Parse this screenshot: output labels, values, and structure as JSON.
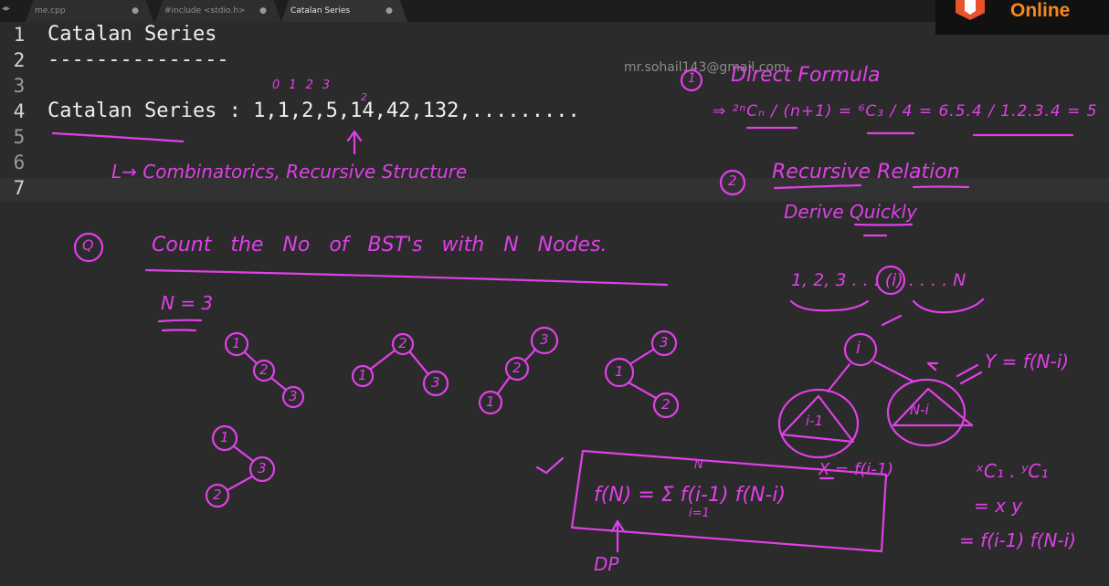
{
  "tabs": [
    {
      "label": "me.cpp",
      "active": false
    },
    {
      "label": "#include <stdio.h>",
      "active": false
    },
    {
      "label": "Catalan Series",
      "active": true
    }
  ],
  "watermark": "mr.sohail143@gmail.com",
  "badge": {
    "text": "Online",
    "color": "#f6881f"
  },
  "editor": {
    "lines": [
      {
        "num": "1",
        "text": "Catalan Series"
      },
      {
        "num": "2",
        "text": "---------------"
      },
      {
        "num": "3",
        "text": ""
      },
      {
        "num": "4",
        "text": "Catalan Series : 1,1,2,5,14,42,132,........."
      },
      {
        "num": "5",
        "text": ""
      },
      {
        "num": "6",
        "text": ""
      },
      {
        "num": "7",
        "text": ""
      }
    ]
  },
  "annotations": {
    "index_labels": [
      "0",
      "1",
      "2",
      "3"
    ],
    "index_extra": "2",
    "subtitle": "L→ Combinatorics,  Recursive Structure",
    "question_mark": "Q",
    "question": "Count the  No of BST's  with  N Nodes.",
    "n_equals": "N = 3",
    "formula1_num": "1",
    "formula1_title": "Direct Formula",
    "formula1_expr": "⇒ ²ⁿCₙ / (n+1)  =  ⁶C₃ / 4  =  6.5.4 / 1.2.3.4  = 5",
    "formula2_num": "2",
    "formula2_title": "Recursive Relation",
    "derive": "Derive  Quickly",
    "sequence": "1, 2, 3 . . . (i) . . . . N",
    "root": "i",
    "left_subtree": "i-1",
    "right_subtree": "N-i",
    "y_eq": "Y = f(N-i)",
    "x_eq": "X = f(i-1)",
    "combo1": "ˣC₁ . ʸC₁",
    "combo2": "= x y",
    "combo3": "= f(i-1) f(N-i)",
    "recurrence": "f(N) =  Σ  f(i-1) f(N-i)",
    "sum_top": "N",
    "sum_bottom": "i=1",
    "dp_label": "DP",
    "tree_nodes": [
      "1",
      "2",
      "3"
    ],
    "ink_color": "#e040e8"
  }
}
